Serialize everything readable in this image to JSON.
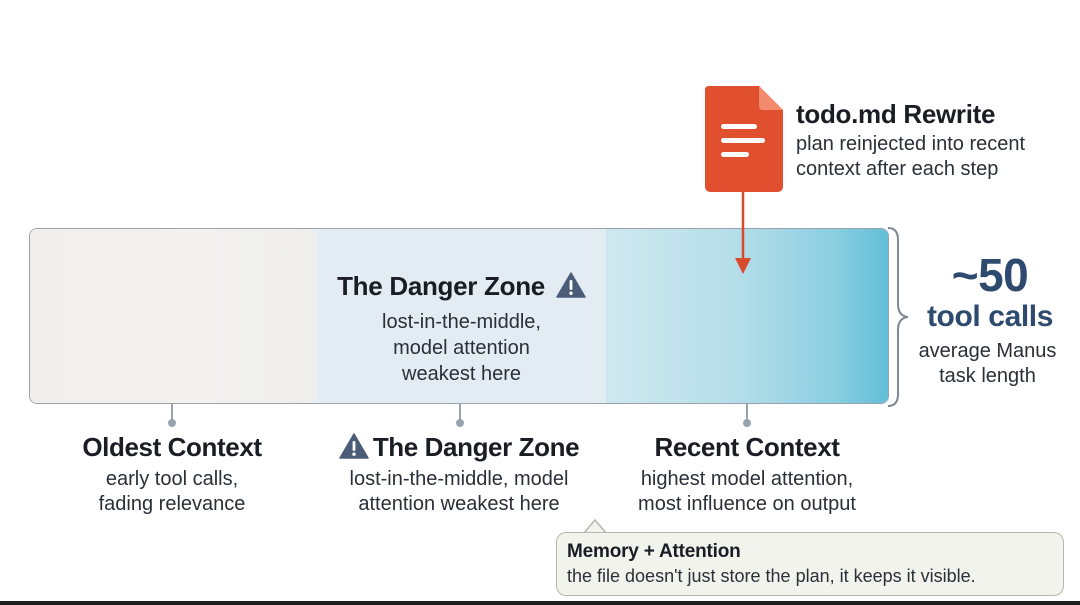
{
  "todo": {
    "title": "todo.md Rewrite",
    "desc_line1": "plan reinjected into recent",
    "desc_line2": "context after each step",
    "icon": "document-icon",
    "icon_color": "#e0502e"
  },
  "bar": {
    "danger_title": "The Danger Zone",
    "danger_desc_line1": "lost-in-the-middle,",
    "danger_desc_line2": "model attention",
    "danger_desc_line3": "weakest here",
    "colors": {
      "oldest": "#f1efec",
      "danger": "#e4ecf3",
      "recent_end": "#62bfd8"
    }
  },
  "stat": {
    "value": "~50",
    "unit": "tool calls",
    "desc_line1": "average Manus",
    "desc_line2": "task length",
    "color": "#2e4a6e"
  },
  "zones": [
    {
      "title": "Oldest Context",
      "desc_line1": "early tool calls,",
      "desc_line2": "fading relevance"
    },
    {
      "title": "The Danger Zone",
      "desc_line1": "lost-in-the-middle, model",
      "desc_line2": "attention weakest here",
      "icon": "warning-icon"
    },
    {
      "title": "Recent Context",
      "desc_line1": "highest model attention,",
      "desc_line2": "most influence on output"
    }
  ],
  "callout": {
    "title": "Memory + Attention",
    "text": "the file doesn't just store the plan, it keeps it visible."
  }
}
